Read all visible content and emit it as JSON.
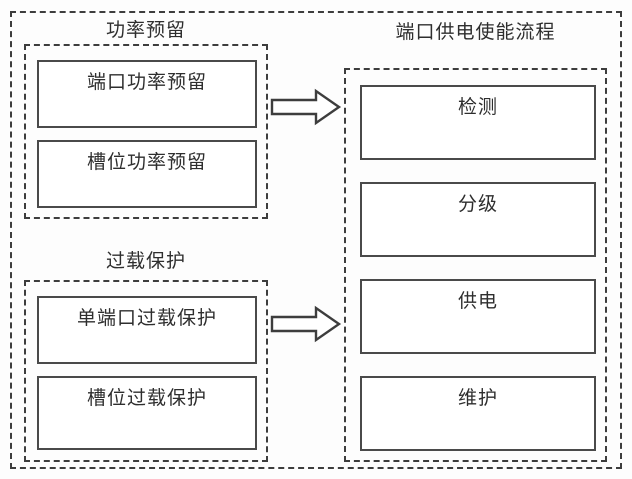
{
  "diagram": {
    "type": "block-diagram",
    "background_color": "#fdfdfd",
    "line_color": "#3d3d3d",
    "node_border_color": "#4a4a4a",
    "text_color": "#2e2e2e",
    "left_column": {
      "groups": [
        {
          "title": "功率预留",
          "nodes": [
            {
              "label": "端口功率预留"
            },
            {
              "label": "槽位功率预留"
            }
          ]
        },
        {
          "title": "过载保护",
          "nodes": [
            {
              "label": "单端口过载保护"
            },
            {
              "label": "槽位过载保护"
            }
          ]
        }
      ]
    },
    "right_column": {
      "group": {
        "title": "端口供电使能流程",
        "nodes": [
          {
            "label": "检测"
          },
          {
            "label": "分级"
          },
          {
            "label": "供电"
          },
          {
            "label": "维护"
          }
        ]
      }
    },
    "connectors": [
      {
        "name": "arrow-power-reserve-to-flow",
        "direction": "right",
        "style": "hollow-block-arrow"
      },
      {
        "name": "arrow-overload-protection-to-flow",
        "direction": "right",
        "style": "hollow-block-arrow"
      }
    ]
  }
}
